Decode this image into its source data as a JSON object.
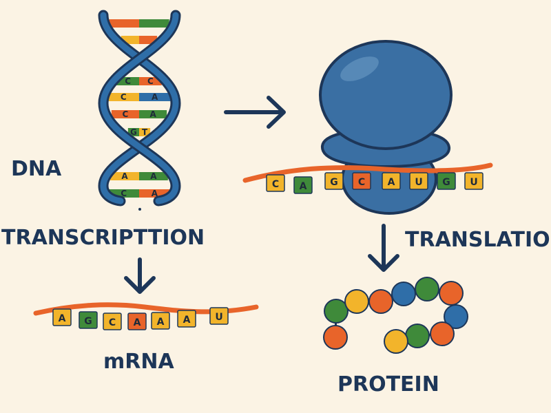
{
  "labels": {
    "dna": "DNA",
    "transcription": "TRANSCRIPTTION",
    "mrna": "mRNA",
    "translation": "TRANSLATIO",
    "protein": "PROTEIN"
  },
  "dna_rungs": [
    {
      "left": "",
      "right": "",
      "left_color": "#e8642a",
      "right_color": "#3f8a3a"
    },
    {
      "left": "",
      "right": "",
      "left_color": "#f2b42b",
      "right_color": "#e8642a"
    },
    {
      "left": "C",
      "right": "C",
      "left_color": "#3f8a3a",
      "right_color": "#e8642a"
    },
    {
      "left": "C",
      "right": "A",
      "left_color": "#f2b42b",
      "right_color": "#2f6ea8"
    },
    {
      "left": "C",
      "right": "A",
      "left_color": "#e8642a",
      "right_color": "#3f8a3a"
    },
    {
      "left": "G",
      "right": "T",
      "left_color": "#3f8a3a",
      "right_color": "#f2b42b"
    },
    {
      "left": "A",
      "right": "A",
      "left_color": "#f2b42b",
      "right_color": "#3f8a3a"
    },
    {
      "left": "C",
      "right": "A",
      "left_color": "#3f8a3a",
      "right_color": "#e8642a"
    }
  ],
  "mrna_bases": [
    "A",
    "G",
    "C",
    "A",
    "A",
    "A",
    "U"
  ],
  "ribosome_bases": [
    "C",
    "A",
    "G",
    "C",
    "A",
    "U",
    "G",
    "U"
  ],
  "colors": {
    "navy": "#1d3658",
    "blue": "#2f6ea8",
    "orange": "#e8642a",
    "yellow": "#f2b42b",
    "green": "#3f8a3a",
    "ribosome": "#3a6fa3",
    "background": "#fbf3e4"
  }
}
